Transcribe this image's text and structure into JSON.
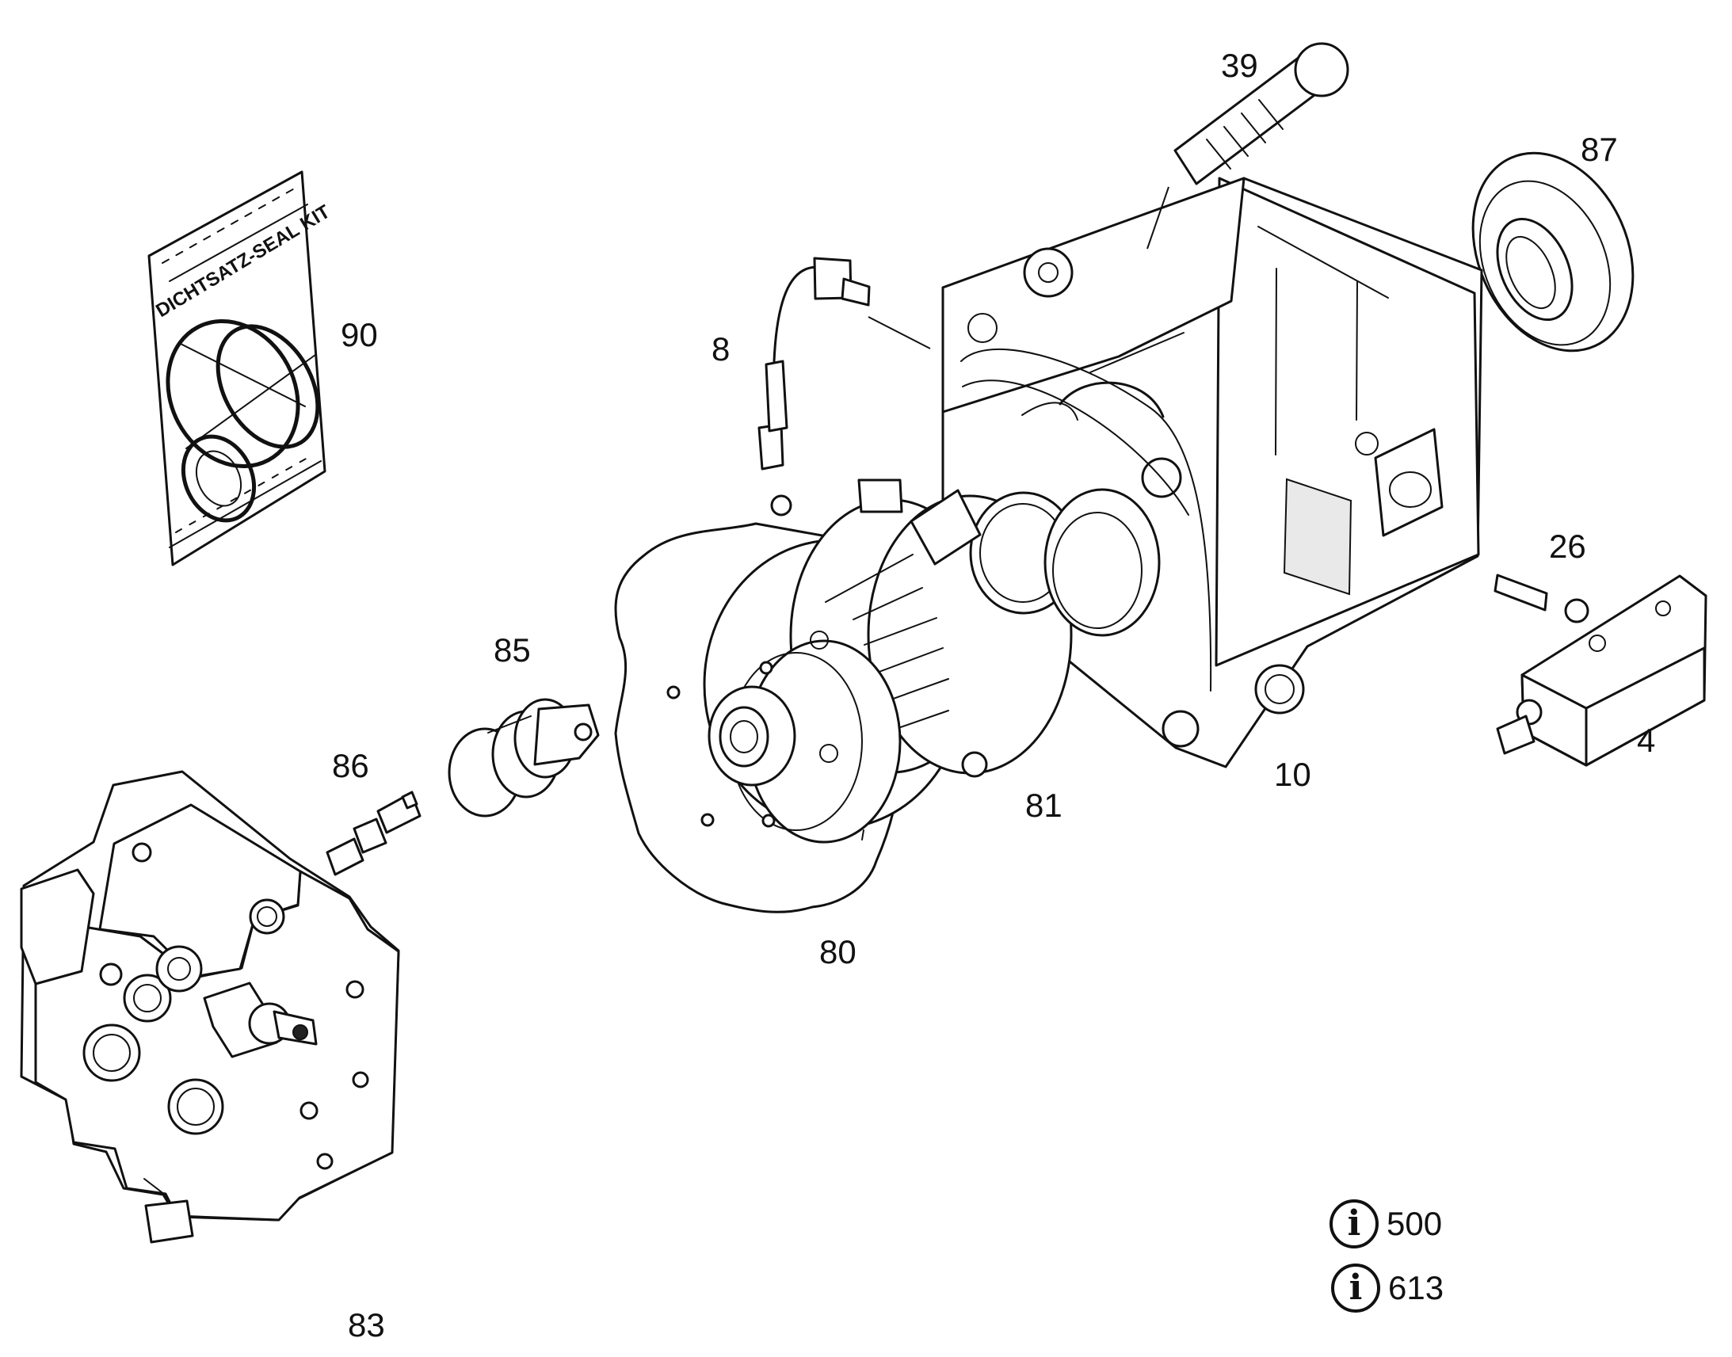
{
  "diagram": {
    "type": "exploded parts diagram",
    "seal_kit_text": "DICHTSATZ-SEAL KIT",
    "callouts": {
      "c39": "39",
      "c87": "87",
      "c90": "90",
      "c8": "8",
      "c26": "26",
      "c85": "85",
      "c86": "86",
      "c4": "4",
      "c10": "10",
      "c81": "81",
      "c80": "80",
      "c83": "83"
    },
    "info_references": [
      {
        "icon": "info-icon",
        "value": "500"
      },
      {
        "icon": "info-icon",
        "value": "613"
      }
    ]
  }
}
